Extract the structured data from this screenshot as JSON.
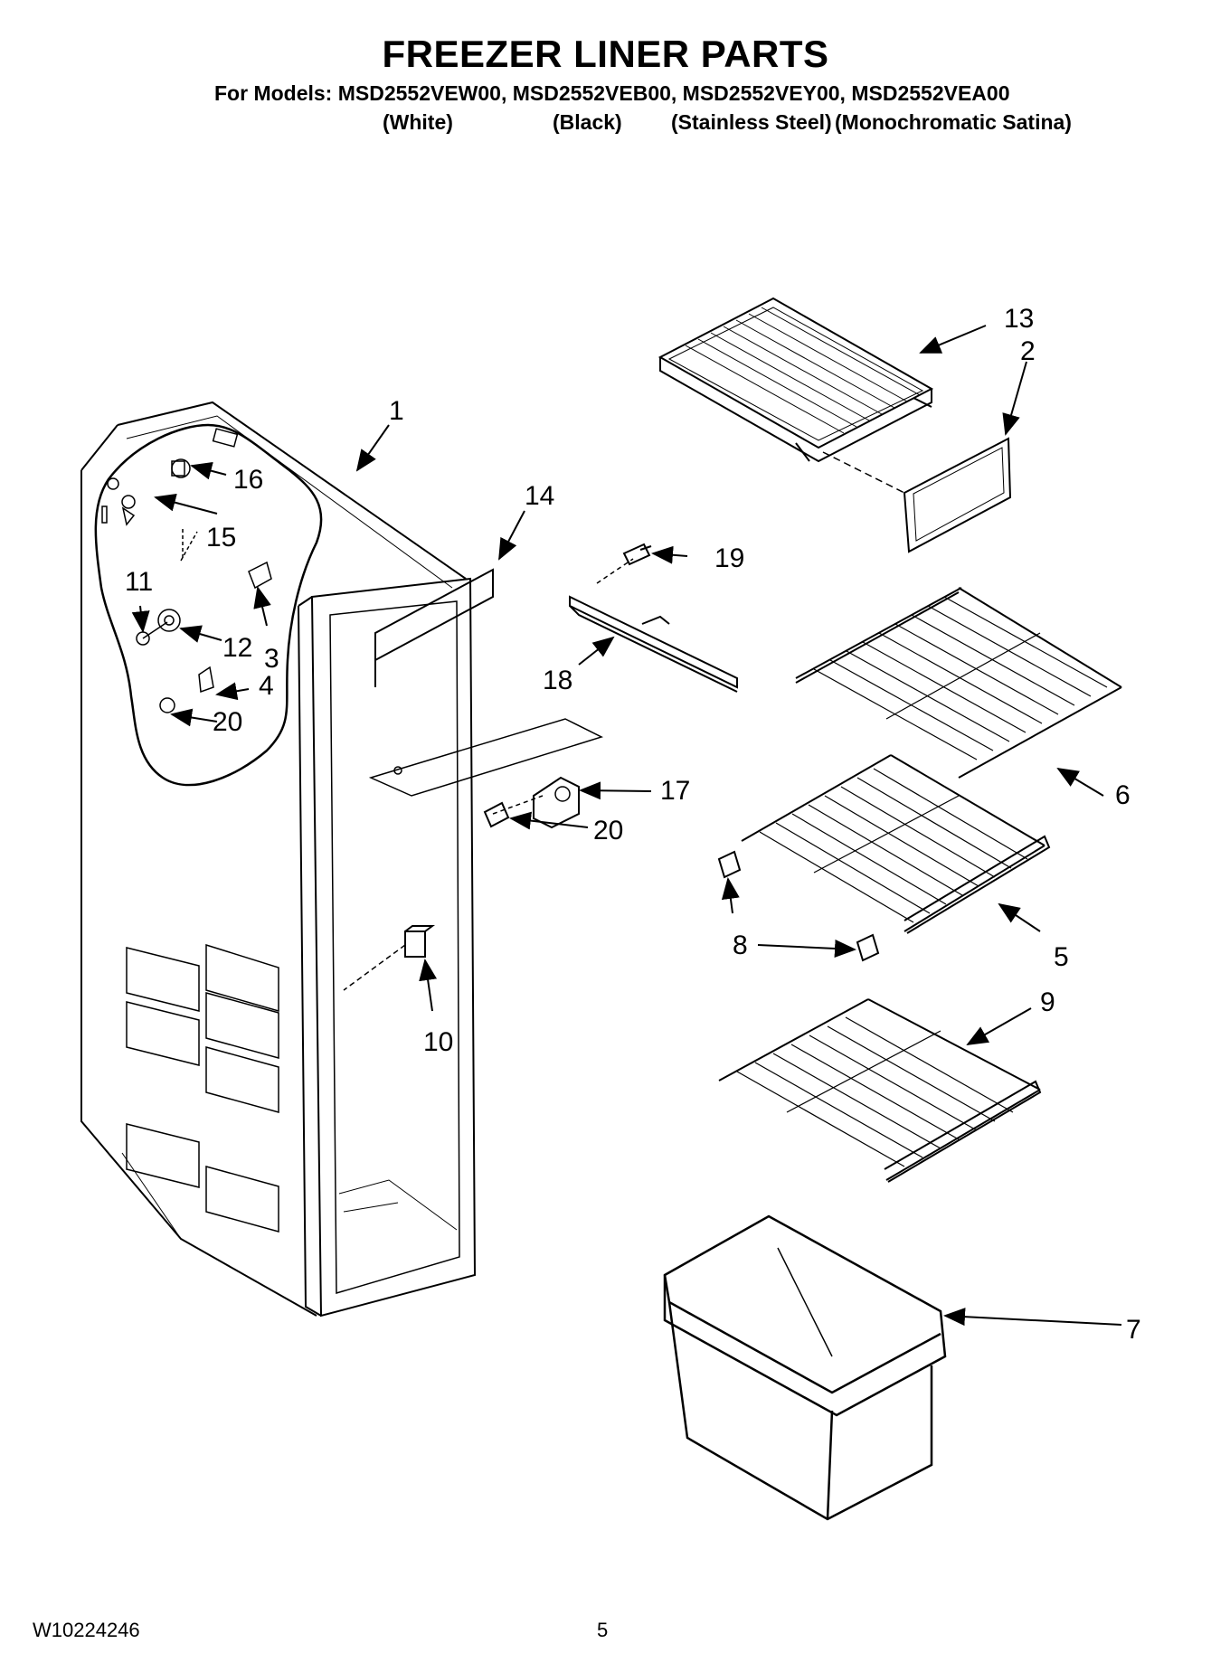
{
  "header": {
    "title": "FREEZER LINER PARTS",
    "models_line": "For Models: MSD2552VEW00, MSD2552VEB00, MSD2552VEY00, MSD2552VEA00",
    "colors": [
      "(White)",
      "(Black)",
      "(Stainless Steel)",
      "(Monochromatic Satina)"
    ]
  },
  "callouts": [
    "1",
    "2",
    "3",
    "4",
    "5",
    "6",
    "7",
    "8",
    "9",
    "10",
    "11",
    "12",
    "13",
    "14",
    "15",
    "16",
    "17",
    "18",
    "19",
    "20",
    "20"
  ],
  "footer": {
    "doc_number": "W10224246",
    "page_number": "5"
  }
}
